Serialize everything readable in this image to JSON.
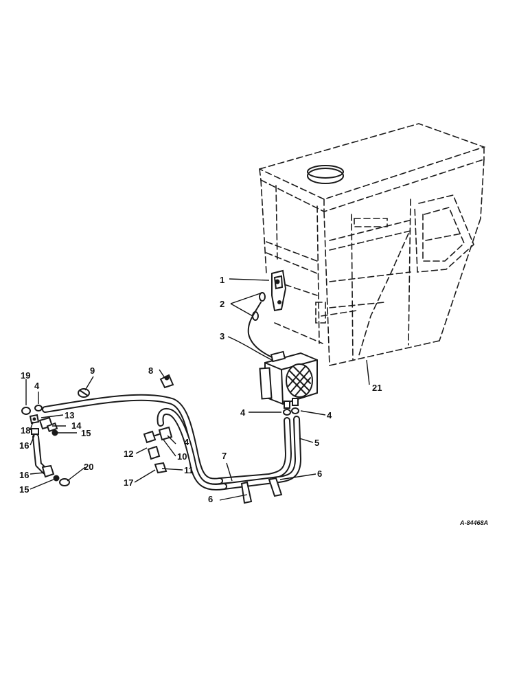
{
  "diagram": {
    "drawing_number": "A-84468A",
    "callouts": [
      {
        "id": "c1",
        "label": "1"
      },
      {
        "id": "c2",
        "label": "2"
      },
      {
        "id": "c3",
        "label": "3"
      },
      {
        "id": "c4a",
        "label": "4"
      },
      {
        "id": "c4b",
        "label": "4"
      },
      {
        "id": "c4c",
        "label": "4"
      },
      {
        "id": "c4d",
        "label": "4"
      },
      {
        "id": "c5",
        "label": "5"
      },
      {
        "id": "c6a",
        "label": "6"
      },
      {
        "id": "c6b",
        "label": "6"
      },
      {
        "id": "c7",
        "label": "7"
      },
      {
        "id": "c8",
        "label": "8"
      },
      {
        "id": "c9",
        "label": "9"
      },
      {
        "id": "c10",
        "label": "10"
      },
      {
        "id": "c11",
        "label": "11"
      },
      {
        "id": "c12",
        "label": "12"
      },
      {
        "id": "c13",
        "label": "13"
      },
      {
        "id": "c14",
        "label": "14"
      },
      {
        "id": "c15a",
        "label": "15"
      },
      {
        "id": "c15b",
        "label": "15"
      },
      {
        "id": "c16a",
        "label": "16"
      },
      {
        "id": "c16b",
        "label": "16"
      },
      {
        "id": "c17",
        "label": "17"
      },
      {
        "id": "c18",
        "label": "18"
      },
      {
        "id": "c19",
        "label": "19"
      },
      {
        "id": "c20",
        "label": "20"
      },
      {
        "id": "c21",
        "label": "21"
      }
    ]
  }
}
